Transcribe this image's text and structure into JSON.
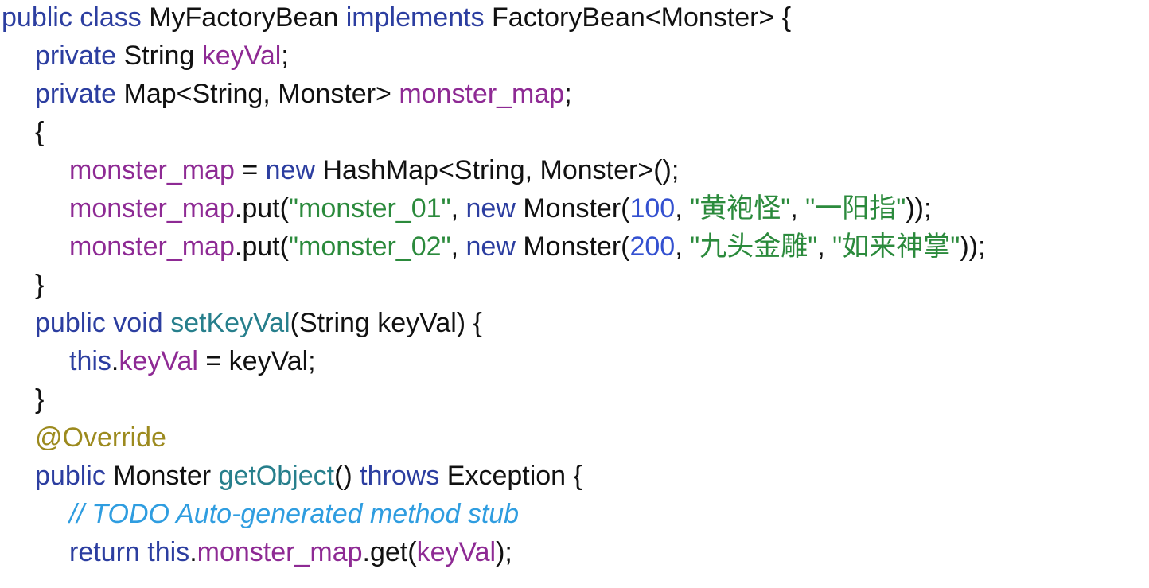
{
  "editor": {
    "lines": [
      {
        "indent": 0,
        "tokens": [
          [
            "public class ",
            "kw"
          ],
          [
            "MyFactoryBean ",
            "plain"
          ],
          [
            "implements ",
            "kw"
          ],
          [
            "FactoryBean<Monster> {",
            "plain"
          ]
        ]
      },
      {
        "indent": 1,
        "tokens": [
          [
            "private ",
            "kw"
          ],
          [
            "String ",
            "plain"
          ],
          [
            "keyVal",
            "field"
          ],
          [
            ";",
            "plain"
          ]
        ]
      },
      {
        "indent": 1,
        "tokens": [
          [
            "private ",
            "kw"
          ],
          [
            "Map<String, Monster> ",
            "plain"
          ],
          [
            "monster_map",
            "field"
          ],
          [
            ";",
            "plain"
          ]
        ]
      },
      {
        "indent": 1,
        "tokens": [
          [
            "{",
            "plain"
          ]
        ]
      },
      {
        "indent": 2,
        "tokens": [
          [
            "monster_map",
            "field"
          ],
          [
            " = ",
            "plain"
          ],
          [
            "new ",
            "kw"
          ],
          [
            "HashMap<String, Monster>();",
            "plain"
          ]
        ]
      },
      {
        "indent": 2,
        "tokens": [
          [
            "monster_map",
            "field"
          ],
          [
            ".put(",
            "plain"
          ],
          [
            "\"monster_01\"",
            "str"
          ],
          [
            ", ",
            "plain"
          ],
          [
            "new ",
            "kw"
          ],
          [
            "Monster(",
            "plain"
          ],
          [
            "100",
            "num"
          ],
          [
            ", ",
            "plain"
          ],
          [
            "\"黄袍怪\"",
            "str"
          ],
          [
            ", ",
            "plain"
          ],
          [
            "\"一阳指\"",
            "str"
          ],
          [
            "));",
            "plain"
          ]
        ]
      },
      {
        "indent": 2,
        "tokens": [
          [
            "monster_map",
            "field"
          ],
          [
            ".put(",
            "plain"
          ],
          [
            "\"monster_02\"",
            "str"
          ],
          [
            ", ",
            "plain"
          ],
          [
            "new ",
            "kw"
          ],
          [
            "Monster(",
            "plain"
          ],
          [
            "200",
            "num"
          ],
          [
            ", ",
            "plain"
          ],
          [
            "\"九头金雕\"",
            "str"
          ],
          [
            ", ",
            "plain"
          ],
          [
            "\"如来神掌\"",
            "str"
          ],
          [
            "));",
            "plain"
          ]
        ]
      },
      {
        "indent": 1,
        "tokens": [
          [
            "}",
            "plain"
          ]
        ]
      },
      {
        "indent": 1,
        "tokens": [
          [
            "public void ",
            "kw"
          ],
          [
            "setKeyVal",
            "method"
          ],
          [
            "(String keyVal) {",
            "plain"
          ]
        ]
      },
      {
        "indent": 2,
        "tokens": [
          [
            "this",
            "kw"
          ],
          [
            ".",
            "plain"
          ],
          [
            "keyVal",
            "field"
          ],
          [
            " = keyVal;",
            "plain"
          ]
        ]
      },
      {
        "indent": 1,
        "tokens": [
          [
            "}",
            "plain"
          ]
        ]
      },
      {
        "indent": 1,
        "tokens": [
          [
            "@Override",
            "anno"
          ]
        ]
      },
      {
        "indent": 1,
        "tokens": [
          [
            "public ",
            "kw"
          ],
          [
            "Monster ",
            "plain"
          ],
          [
            "getObject",
            "method"
          ],
          [
            "() ",
            "plain"
          ],
          [
            "throws ",
            "kw"
          ],
          [
            "Exception {",
            "plain"
          ]
        ]
      },
      {
        "indent": 2,
        "tokens": [
          [
            "// TODO Auto-generated method stub",
            "comment"
          ]
        ]
      },
      {
        "indent": 2,
        "tokens": [
          [
            "return ",
            "kw"
          ],
          [
            "this",
            "kw"
          ],
          [
            ".",
            "plain"
          ],
          [
            "monster_map",
            "field"
          ],
          [
            ".get(",
            "plain"
          ],
          [
            "keyVal",
            "field"
          ],
          [
            ");",
            "plain"
          ]
        ]
      }
    ]
  }
}
